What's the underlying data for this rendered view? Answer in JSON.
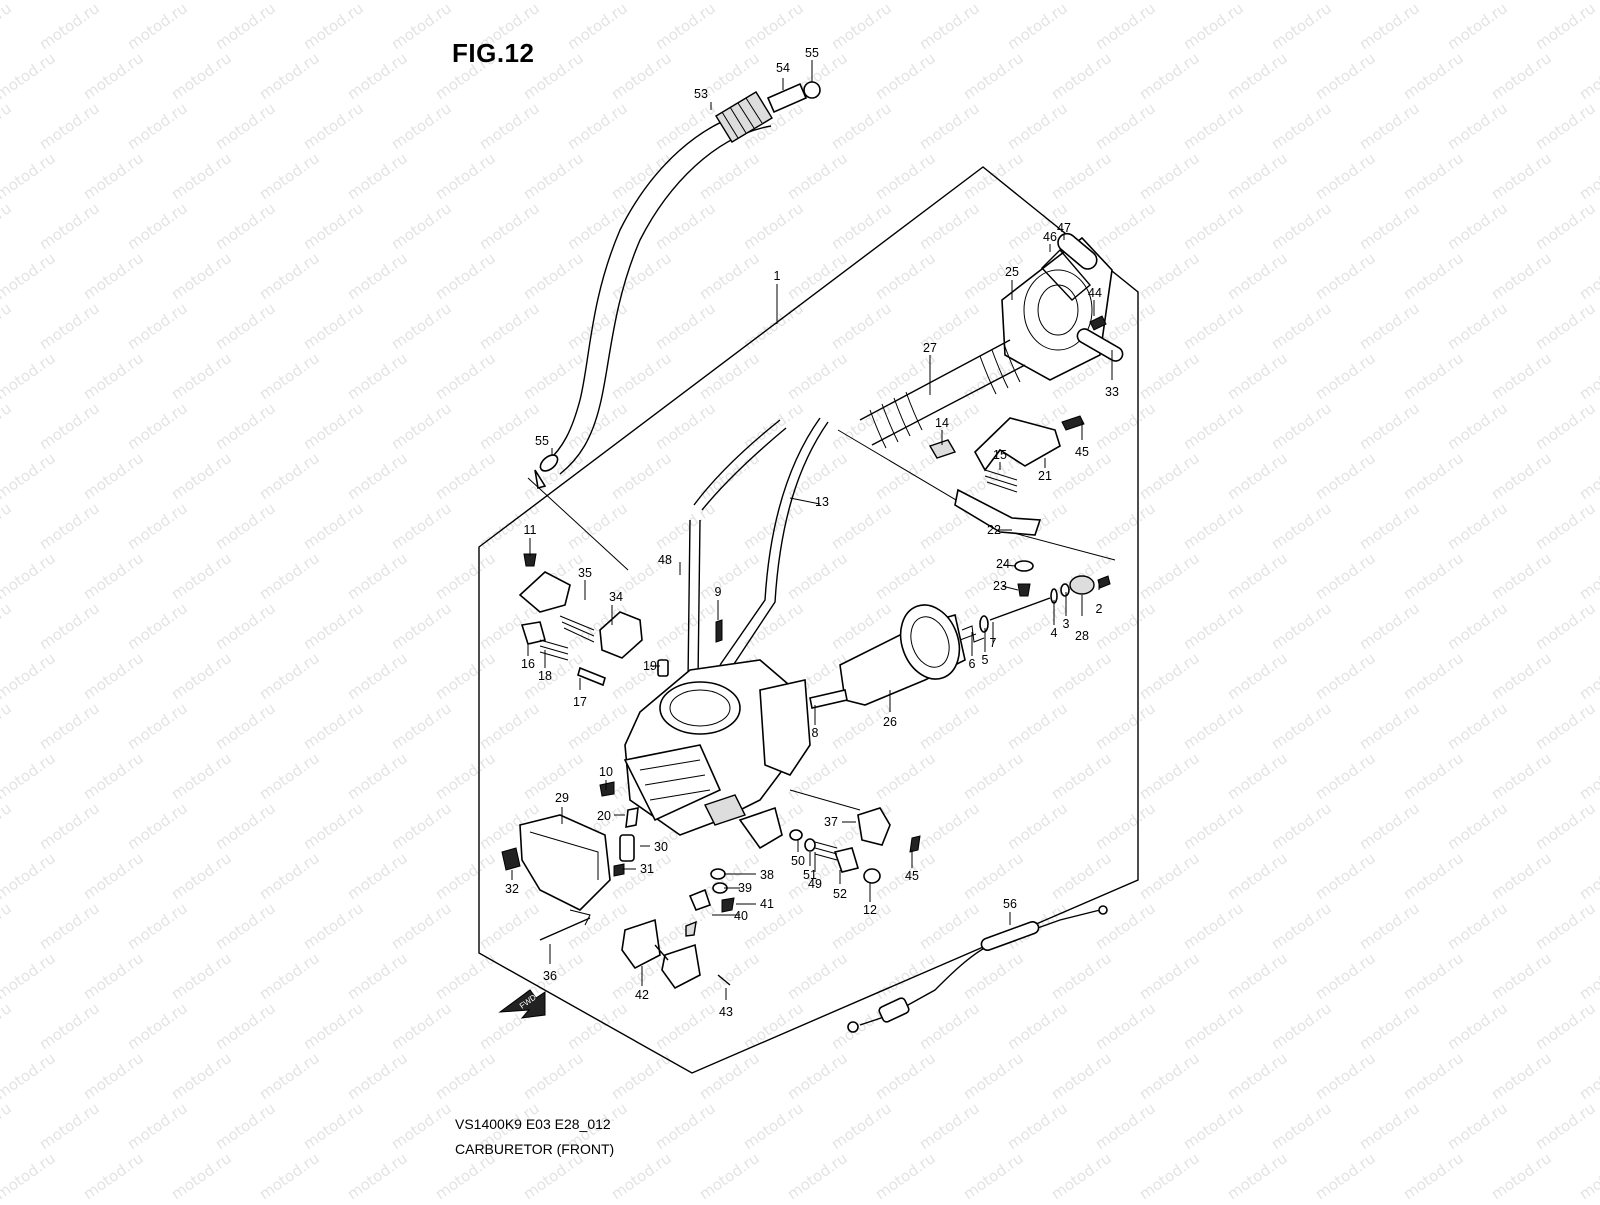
{
  "figure_title": "FIG.12",
  "footer": {
    "model_code": "VS1400K9 E03 E28_012",
    "caption": "CARBURETOR (FRONT)"
  },
  "watermark": "motod.ru",
  "fwd_arrow_label": "FWD",
  "callouts": [
    "1",
    "2",
    "3",
    "4",
    "5",
    "6",
    "7",
    "8",
    "9",
    "10",
    "11",
    "12",
    "13",
    "14",
    "15",
    "16",
    "17",
    "18",
    "19",
    "20",
    "21",
    "22",
    "23",
    "24",
    "25",
    "26",
    "27",
    "28",
    "29",
    "30",
    "31",
    "32",
    "33",
    "34",
    "35",
    "36",
    "37",
    "38",
    "39",
    "40",
    "41",
    "42",
    "43",
    "44",
    "45",
    "45",
    "46",
    "47",
    "48",
    "49",
    "50",
    "51",
    "52",
    "53",
    "54",
    "55",
    "55",
    "56"
  ]
}
